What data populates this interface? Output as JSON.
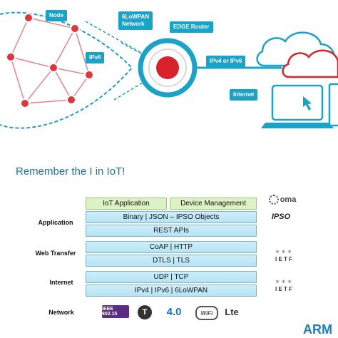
{
  "network": {
    "callouts": {
      "node": "Node",
      "sixlowpan": "6LoWPAN\nNetwork",
      "edge_router": "EDGE Router",
      "ipv6": "IPv6",
      "ipv4_or_ipv6": "IPv4 or IPv6",
      "internet": "Internet"
    }
  },
  "stack": {
    "title": "Remember the I in IoT!",
    "rows": {
      "application": "Application",
      "web_transfer": "Web Transfer",
      "internet": "Internet",
      "network": "Network"
    },
    "boxes": {
      "iot_application": "IoT Application",
      "device_management": "Device Management",
      "formats": "Binary | JSON – IPSO Objects",
      "rest_apis": "REST APIs",
      "coap_http": "CoAP | HTTP",
      "dtls_tls": "DTLS | TLS",
      "udp_tcp": "UDP | TCP",
      "ipv4_ipv6": "IPv4 | IPv6 | 6LoWPAN"
    },
    "logos": {
      "oma": "oma",
      "ipso": "IPSO",
      "ietf": "I E T F",
      "ieee": "IEEE 802.15",
      "bt": "4.0",
      "wifi": "WiFi",
      "lte": "Lte"
    }
  },
  "brand": "ARM",
  "colors": {
    "accent": "#1aa3c8",
    "red": "#d8232a",
    "box_blue": "#c4e9f7",
    "box_green": "#dcf2c4"
  }
}
